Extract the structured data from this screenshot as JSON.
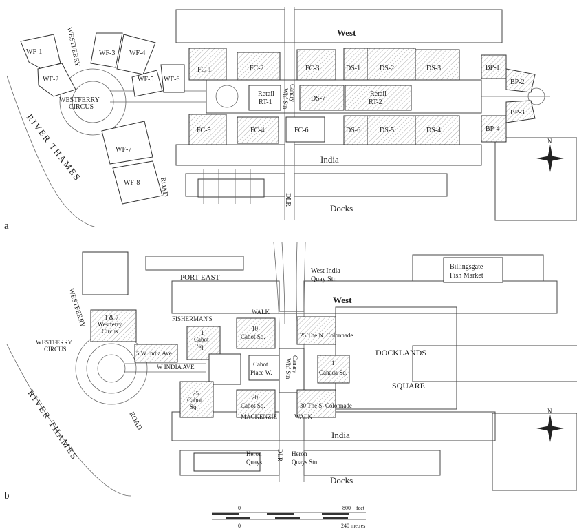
{
  "panel_a": {
    "panel_label": "a",
    "water": {
      "west": "West",
      "india": "India",
      "docks": "Docks"
    },
    "river": "RIVER THAMES",
    "roads": {
      "westferry": "WESTFERRY",
      "road": "ROAD"
    },
    "circus": {
      "line1": "WESTFERRY",
      "line2": "CIRCUS"
    },
    "dlr": "DLR",
    "station": {
      "line1": "Canary",
      "line2": "Whf Stn"
    },
    "plots": {
      "wf1": "WF-1",
      "wf2": "WF-2",
      "wf3": "WF-3",
      "wf4": "WF-4",
      "wf5": "WF-5",
      "wf6": "WF-6",
      "wf7": "WF-7",
      "wf8": "WF-8",
      "fc1": "FC-1",
      "fc2": "FC-2",
      "fc3": "FC-3",
      "fc4": "FC-4",
      "fc5": "FC-5",
      "fc6": "FC-6",
      "ds1": "DS-1",
      "ds2": "DS-2",
      "ds3": "DS-3",
      "ds4": "DS-4",
      "ds5": "DS-5",
      "ds6": "DS-6",
      "ds7": "DS-7",
      "bp1": "BP-1",
      "bp2": "BP-2",
      "bp3": "BP-3",
      "bp4": "BP-4",
      "rt1_l1": "Retail",
      "rt1_l2": "RT-1",
      "rt2_l1": "Retail",
      "rt2_l2": "RT-2"
    },
    "compass": "N"
  },
  "panel_b": {
    "panel_label": "b",
    "water": {
      "west": "West",
      "india": "India",
      "docks": "Docks"
    },
    "river": "RIVER THAMES",
    "roads": {
      "westferry": "WESTFERRY",
      "road": "ROAD"
    },
    "circus": {
      "line1": "WESTFERRY",
      "line2": "CIRCUS"
    },
    "port_east": "PORT EAST",
    "billingsgate": {
      "line1": "Billingsgate",
      "line2": "Fish Market"
    },
    "west_india_quay": {
      "line1": "West India",
      "line2": "Quay Stn"
    },
    "fishermans": "FISHERMAN'S",
    "walk_top": "WALK",
    "mackenzie": "MACKENZIE",
    "walk_bottom": "WALK",
    "westferry_circus_bld": {
      "line1": "1 & 7",
      "line2": "Westferry",
      "line3": "Circus"
    },
    "w_india_ave_bld": "5 W India Ave",
    "w_india_ave": "W INDIA AVE",
    "cabot1": {
      "line1": "1",
      "line2": "Cabot",
      "line3": "Sq."
    },
    "cabot10": {
      "line1": "10",
      "line2": "Cabot Sq."
    },
    "n_colonnade": "25 The N. Colonnade",
    "cabot_place": {
      "line1": "Cabot",
      "line2": "Place W."
    },
    "station": {
      "line1": "Canary",
      "line2": "Whf Stn"
    },
    "canada_sq": {
      "line1": "1",
      "line2": "Canada Sq."
    },
    "docklands": "DOCKLANDS",
    "square": "SQUARE",
    "cabot25": {
      "line1": "25",
      "line2": "Cabot",
      "line3": "Sq."
    },
    "cabot20": {
      "line1": "20",
      "line2": "Cabot Sq."
    },
    "s_colonnade": "30 The S. Colonnade",
    "heron_quays": {
      "line1": "Heron",
      "line2": "Quays"
    },
    "heron_quays_stn": {
      "line1": "Heron",
      "line2": "Quays Stn"
    },
    "dlr": "DLR",
    "compass": "N"
  },
  "scale_bar": {
    "feet_zero": "0",
    "feet_max": "800",
    "feet_unit": "feet",
    "metres_zero": "0",
    "metres_label": "240 metres"
  }
}
